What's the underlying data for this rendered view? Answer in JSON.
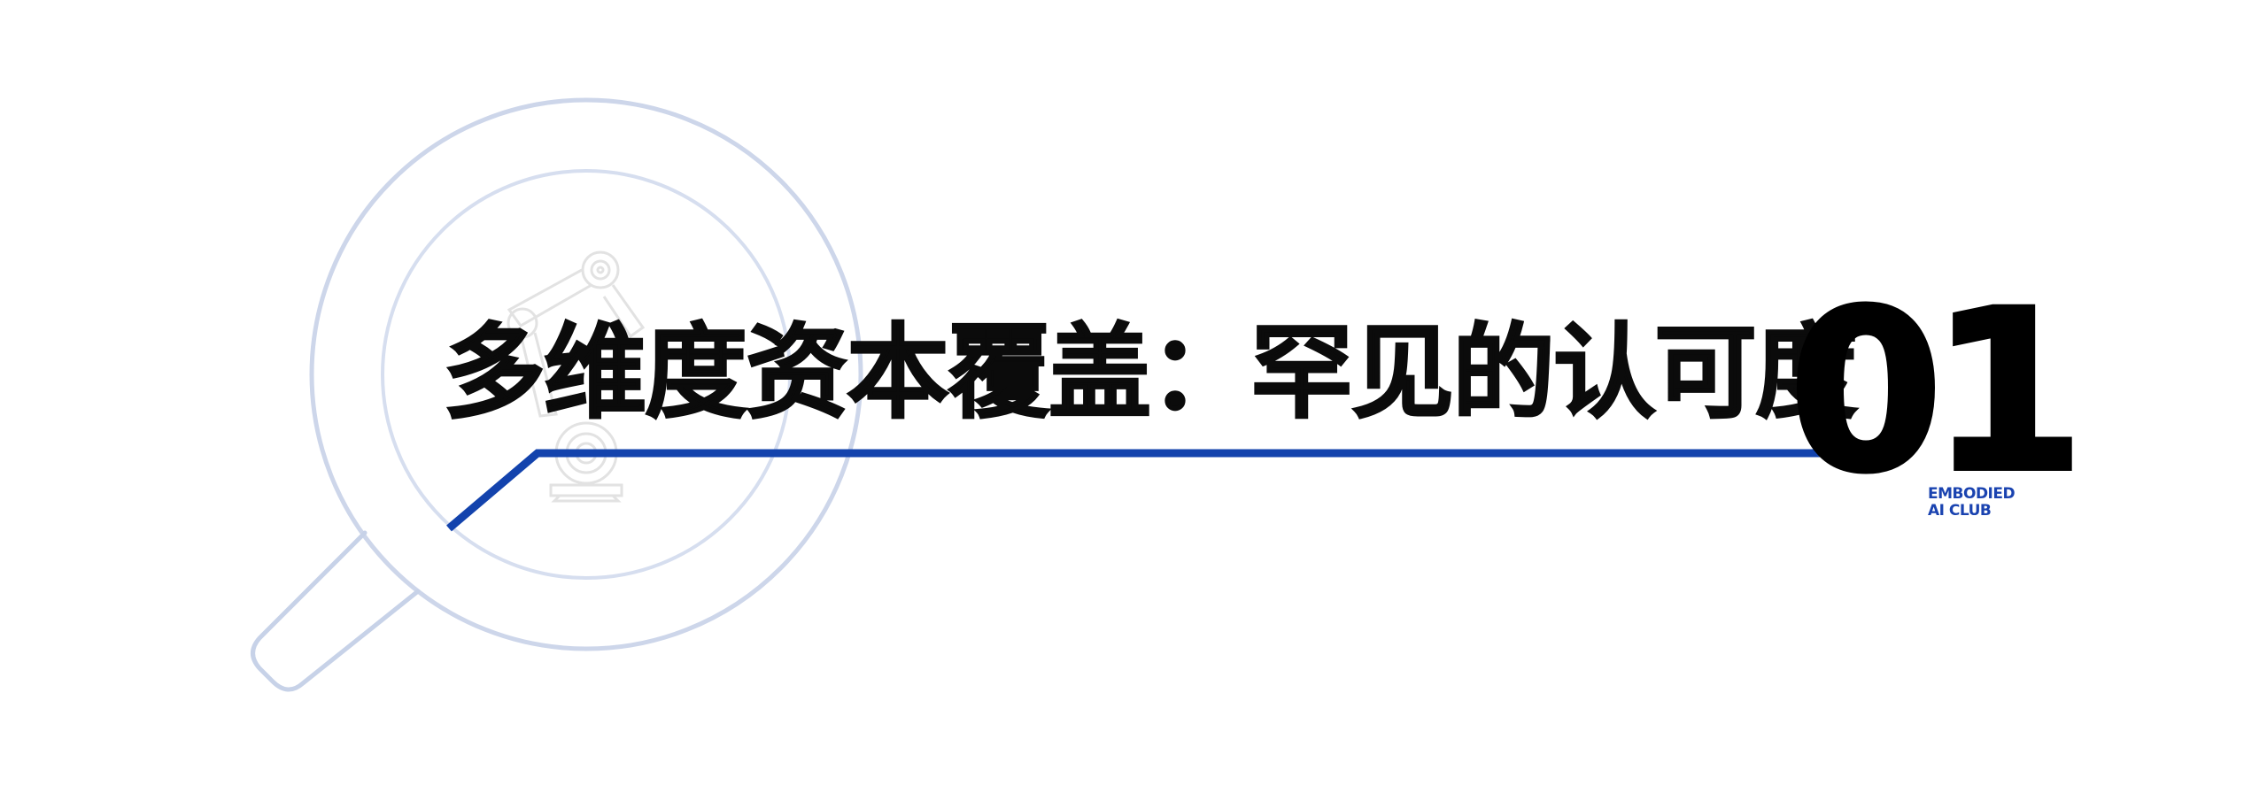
{
  "title": {
    "text": "多维度资本覆盖：罕见的认可度"
  },
  "section": {
    "number": "01",
    "label_line1": "EMBODIED",
    "label_line2": "AI CLUB"
  },
  "decoration": {
    "icon": "magnifier-robot-arm-icon"
  },
  "colors": {
    "accent": "#1343ad",
    "magnifier": "#c7d2e8",
    "robot": "#e0e0e0",
    "text": "#0b0b0b",
    "label": "#1a43b0"
  }
}
